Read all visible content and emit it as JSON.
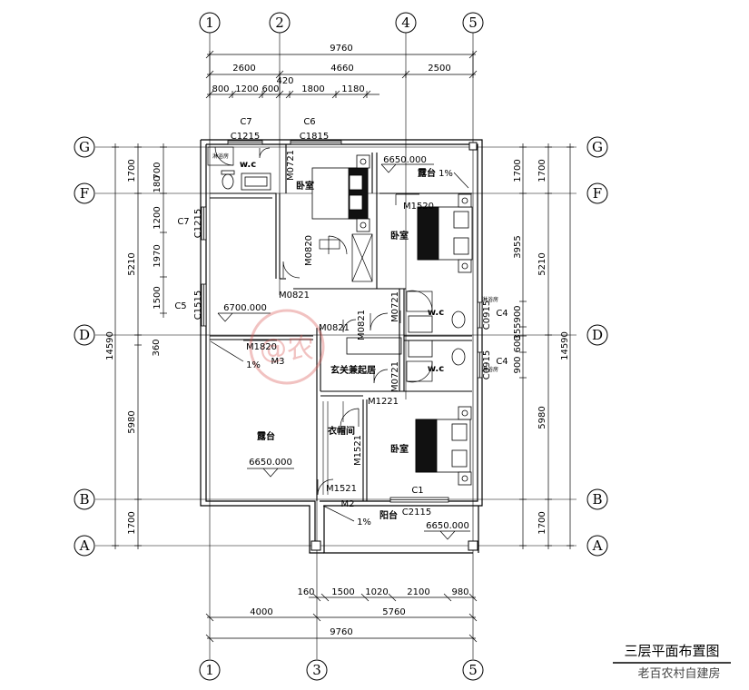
{
  "drawing": {
    "title": "三层平面布置图",
    "watermark_text": "老百农村自建房",
    "stamp_text": "@农"
  },
  "axes": {
    "columns": [
      "1",
      "2",
      "4",
      "5"
    ],
    "bottom_columns": [
      "1",
      "3",
      "5"
    ],
    "rows": [
      "G",
      "F",
      "D",
      "B",
      "A"
    ]
  },
  "dimensions": {
    "top_total": "9760",
    "top_row1": [
      "2600",
      "4660",
      "2500"
    ],
    "top_row2": [
      "800",
      "1200",
      "600",
      "1800",
      "1180"
    ],
    "top_extra": "420",
    "left_outer_total": "14590",
    "left_row1": [
      "1700",
      "5210",
      "360",
      "5980",
      "1700"
    ],
    "left_row2": [
      "700",
      "1200",
      "1970",
      "1500"
    ],
    "left_extra": "180",
    "right_outer_total": "14590",
    "right_row1": [
      "1700",
      "5210",
      "5980",
      "1700"
    ],
    "right_row2": [
      "1700",
      "3955",
      "900",
      "355",
      "600",
      "900"
    ],
    "bottom_row1": [
      "160",
      "1500",
      "1020",
      "2100",
      "980"
    ],
    "bottom_row2": [
      "4000",
      "5760"
    ],
    "bottom_total": "9760"
  },
  "openings": {
    "windows": [
      "C7",
      "C1215",
      "C6",
      "C1815",
      "C7",
      "C1215",
      "C5",
      "C1515",
      "C4",
      "C0915",
      "C4",
      "C0915",
      "C1",
      "C2115"
    ],
    "doors": [
      "M0721",
      "M1520",
      "M0820",
      "M0821",
      "M0821",
      "M0821",
      "M0721",
      "M1820",
      "M3",
      "M0721",
      "M1221",
      "M1521",
      "M1521",
      "M2"
    ]
  },
  "rooms": {
    "bedroom": "卧室",
    "terrace": "露台",
    "wc": "w.c",
    "living": "玄关兼起居",
    "closet": "衣帽间",
    "balcony": "阳台",
    "shower": "淋浴房"
  },
  "levels": {
    "terrace_ne": "6650.000",
    "terrace_w": "6700.000",
    "terrace_sw": "6650.000",
    "balcony": "6650.000"
  },
  "slopes": {
    "ne": "1%",
    "w": "1%",
    "s": "1%"
  }
}
